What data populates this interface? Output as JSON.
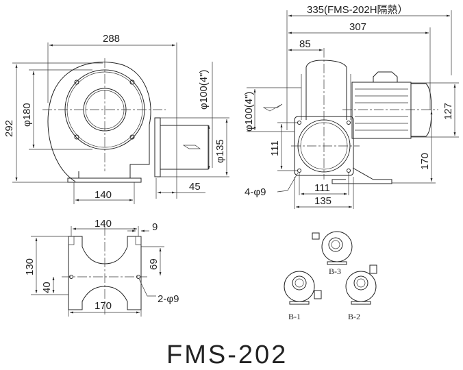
{
  "front_view": {
    "width_288": "288",
    "height_292": "292",
    "dia_180": "φ180",
    "dia_100": "φ100(4\")",
    "dia_135": "φ135",
    "offset_45": "45",
    "base_140": "140"
  },
  "side_view": {
    "overall_335": "335(FMS-202H隔熱）",
    "length_307": "307",
    "offset_85": "85",
    "dia_100": "φ100(4\")",
    "bolt_111_v": "111",
    "holes": "4-φ9",
    "bolt_111_h": "111",
    "flange_135": "135",
    "height_127": "127",
    "height_170": "170"
  },
  "base_view": {
    "width_140": "140",
    "slot_9": "9",
    "height_130": "130",
    "height_69": "69",
    "height_40": "40",
    "width_170": "170",
    "holes": "2-φ9"
  },
  "orientations": {
    "b1": "B-1",
    "b2": "B-2",
    "b3": "B-3"
  },
  "model_title": "FMS-202"
}
